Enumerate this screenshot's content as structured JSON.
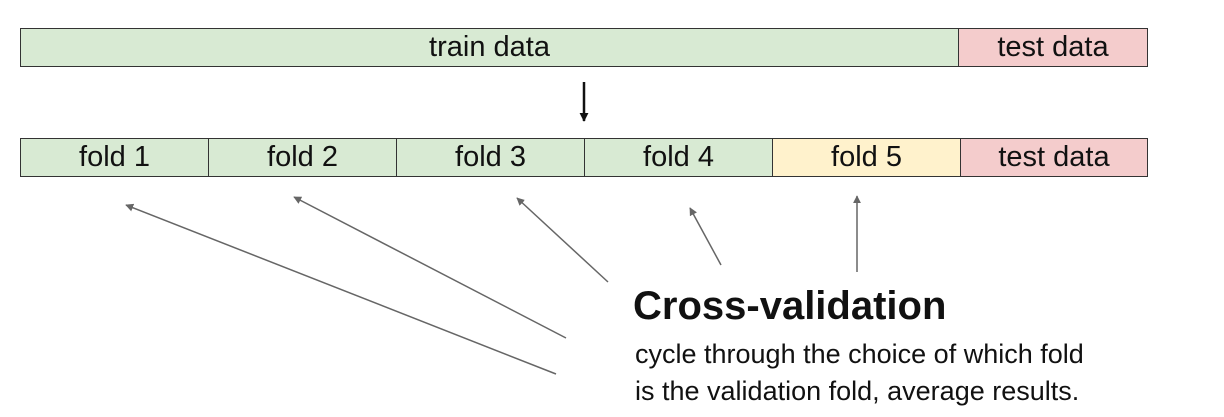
{
  "top_bar": {
    "train_label": "train data",
    "test_label": "test data"
  },
  "bottom_bar": {
    "folds": [
      "fold 1",
      "fold 2",
      "fold 3",
      "fold 4",
      "fold 5"
    ],
    "test_label": "test data"
  },
  "caption": {
    "title": "Cross-validation",
    "lines": [
      "cycle through the choice of which fold",
      "is the validation fold, average results."
    ]
  },
  "colors": {
    "train": "#d8ead3",
    "test": "#f4cccc",
    "validation": "#fff2cc",
    "border": "#333333",
    "arrow": "#666666"
  }
}
